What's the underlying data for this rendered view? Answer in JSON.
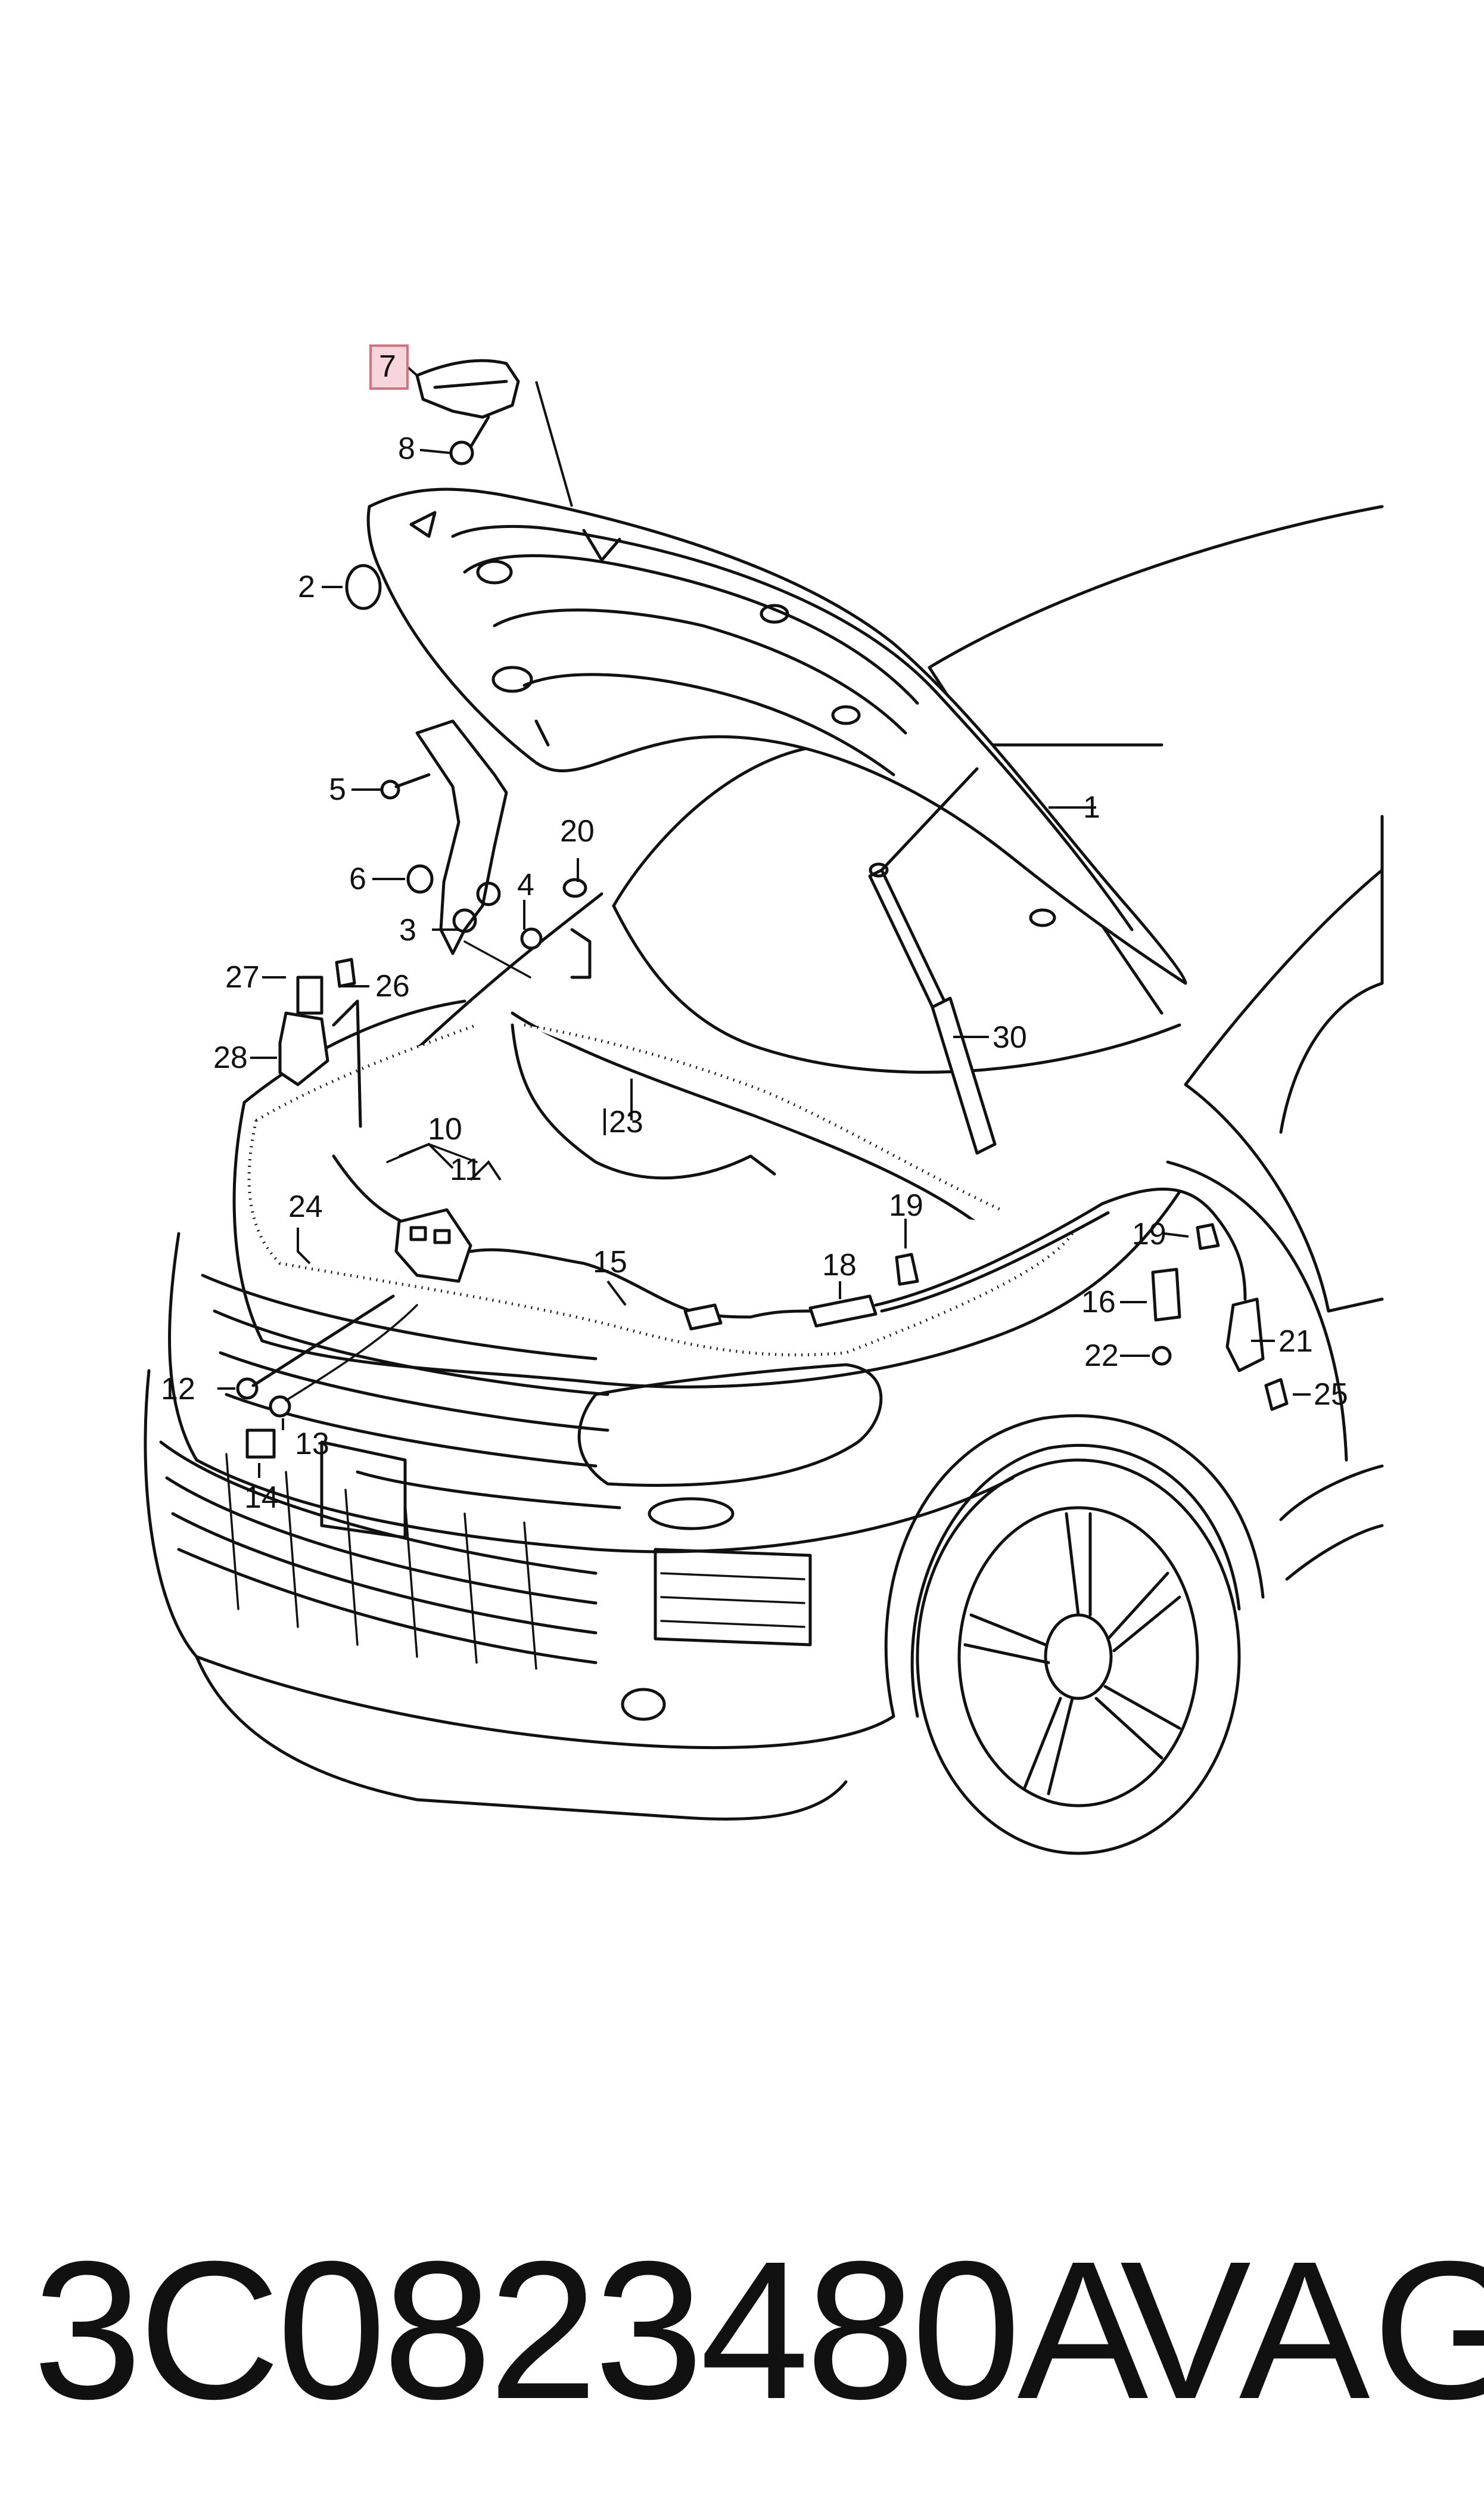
{
  "diagram": {
    "callouts": [
      "1",
      "2",
      "3",
      "4",
      "5",
      "6",
      "7",
      "8",
      "10",
      "11",
      "12",
      "13",
      "14",
      "15",
      "16",
      "18",
      "19",
      "19",
      "20",
      "21",
      "22",
      "23",
      "24",
      "25",
      "26",
      "27",
      "28",
      "30"
    ],
    "highlighted_callout": "7",
    "highlight_color": "#f6d6dc"
  },
  "footer": {
    "part_number": "3C0823480A",
    "brand": "VAG"
  }
}
